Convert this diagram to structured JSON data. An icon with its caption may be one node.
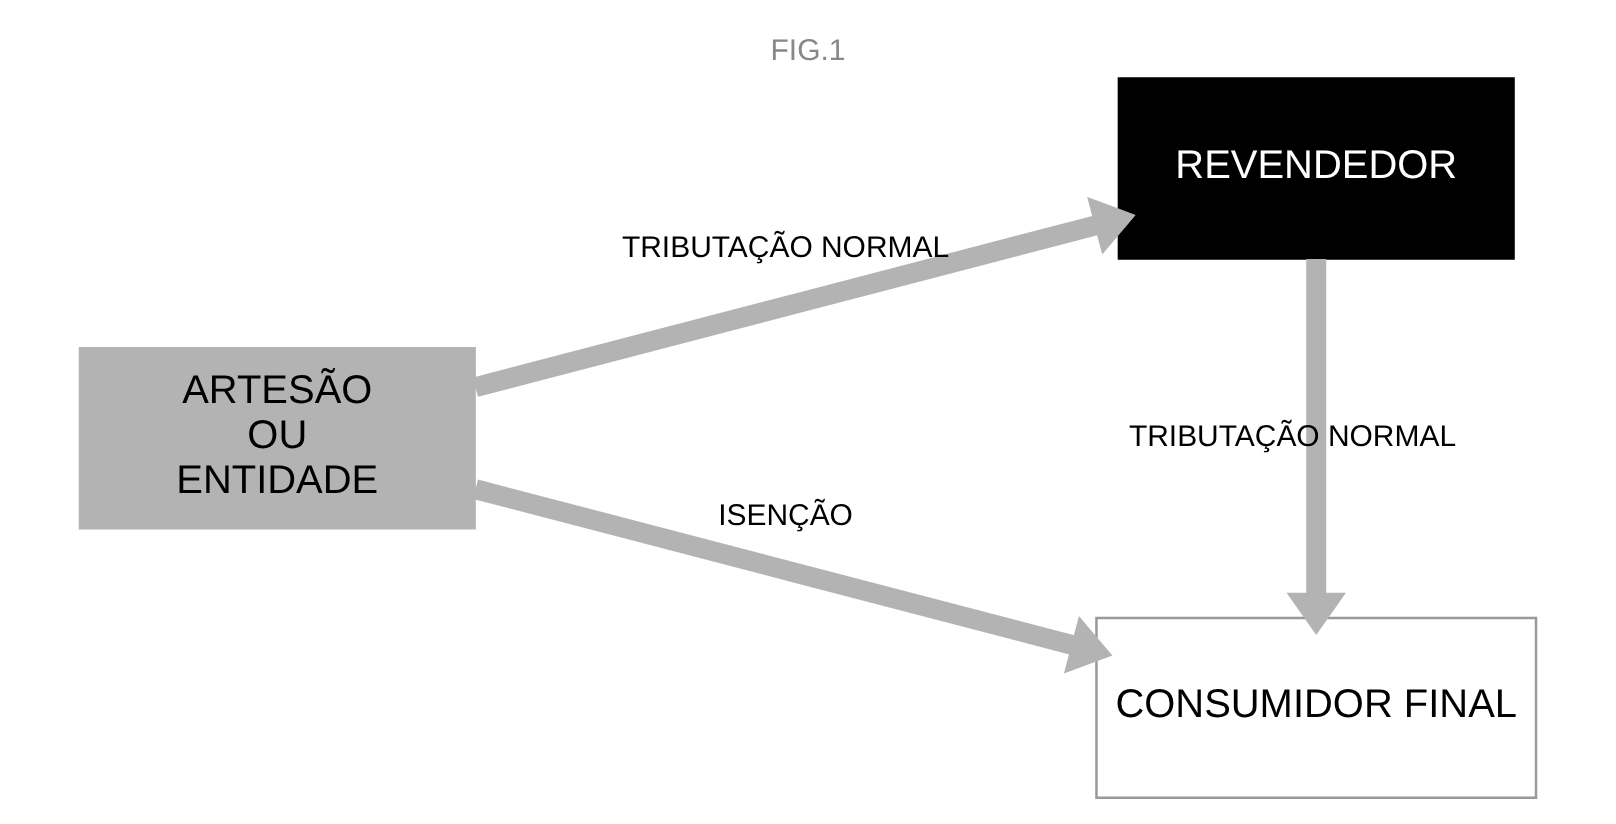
{
  "diagram": {
    "title": "FIG.1",
    "nodes": [
      {
        "text": [
          "ARTESÃO OU ENTIDADE"
        ]
      },
      {
        "text": [
          "REVENDEDOR"
        ]
      },
      {
        "text": [
          "CONSUMIDOR FINAL"
        ]
      }
    ],
    "edges": [
      {
        "from": 0,
        "to": 1,
        "arrow": "to",
        "label": "TRIBUTAÇÃO NORMAL"
      },
      {
        "from": 1,
        "to": 2,
        "arrow": "to",
        "label": "TRIBUTAÇÃO NORMAL"
      },
      {
        "from": 0,
        "to": 2,
        "arrow": "to",
        "label": "ISENÇÃO"
      }
    ]
  }
}
